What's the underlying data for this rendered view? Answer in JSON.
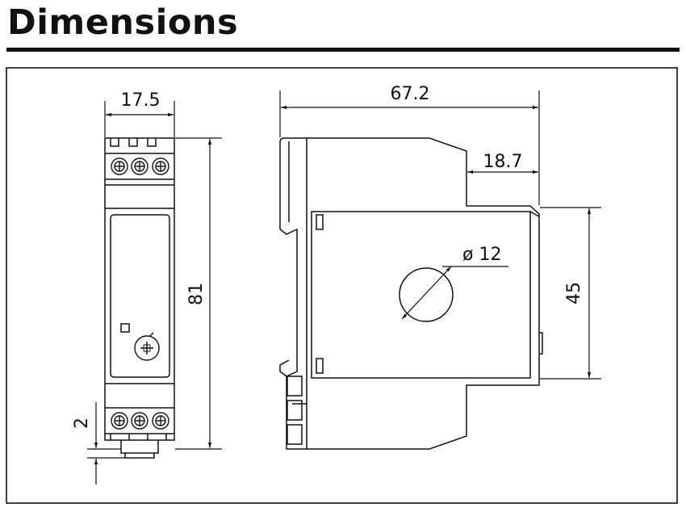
{
  "page": {
    "title": "Dimensions"
  },
  "dimensions": {
    "front_width": "17.5",
    "front_height": "81",
    "front_offset": "2",
    "side_depth": "67.2",
    "side_step": "18.7",
    "side_window": "45",
    "hole_diameter": "ø 12"
  },
  "colors": {
    "line": "#111111",
    "background": "#ffffff"
  }
}
